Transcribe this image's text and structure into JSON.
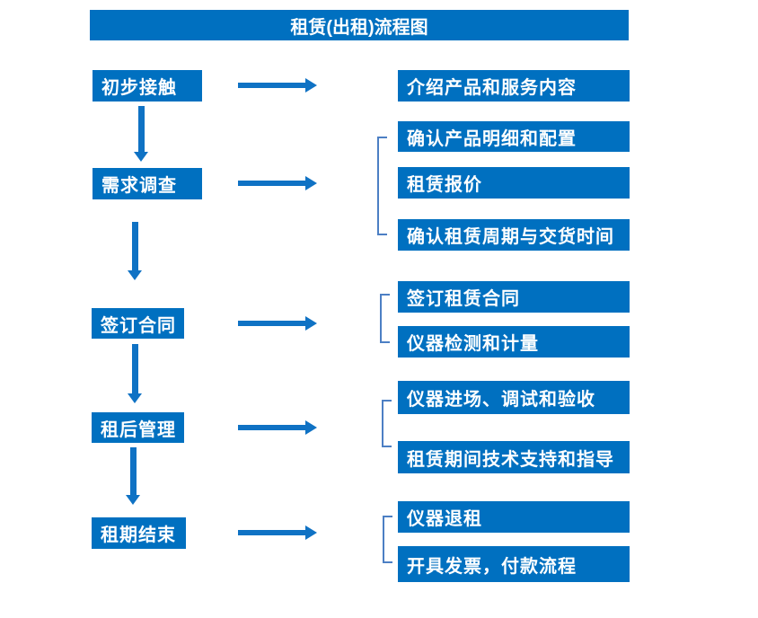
{
  "title": "租赁(出租)流程图",
  "colors": {
    "box_fill": "#0070C0",
    "arrow": "#0F72C4",
    "bracket": "#4C7FC4",
    "box_text": "#FFFFFF",
    "background": "#FFFFFF"
  },
  "steps": [
    {
      "label": "初步接触",
      "outputs": [
        "介绍产品和服务内容"
      ]
    },
    {
      "label": "需求调查",
      "outputs": [
        "确认产品明细和配置",
        "租赁报价",
        "确认租赁周期与交货时间"
      ]
    },
    {
      "label": "签订合同",
      "outputs": [
        "签订租赁合同",
        "仪器检测和计量"
      ]
    },
    {
      "label": "租后管理",
      "outputs": [
        "仪器进场、调试和验收",
        "租赁期间技术支持和指导"
      ]
    },
    {
      "label": "租期结束",
      "outputs": [
        "仪器退租",
        "开具发票，付款流程"
      ]
    }
  ]
}
